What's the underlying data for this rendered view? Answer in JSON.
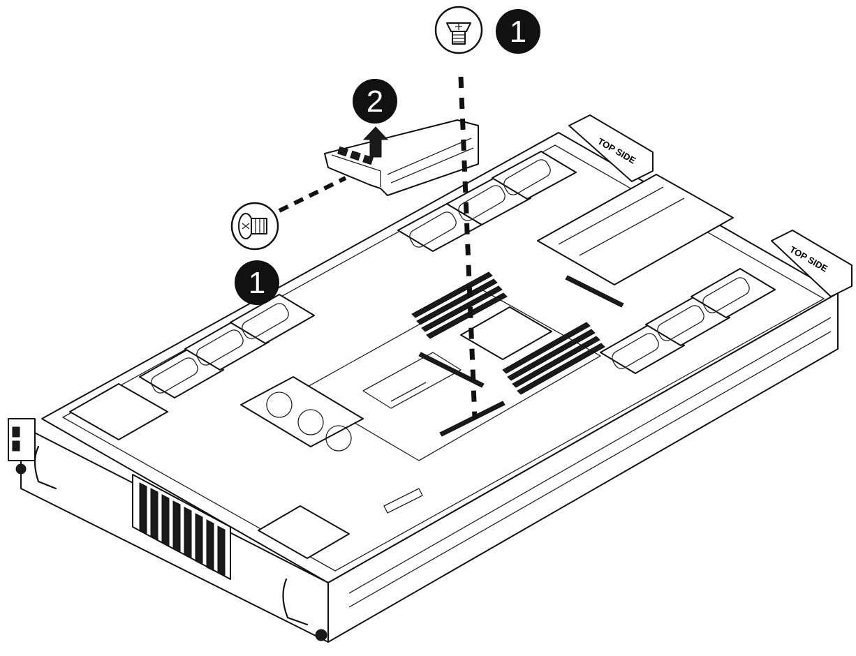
{
  "callouts": {
    "screw_top": "1",
    "screw_left": "1",
    "lift_bracket": "2"
  },
  "chassis_labels": {
    "top_side_rear": "TOP SIDE",
    "top_side_front": "TOP SIDE"
  },
  "colors": {
    "line": "#111111",
    "callout_fill": "#111111",
    "background": "#ffffff"
  },
  "icons": {
    "screw_top": "screw-icon",
    "screw_left": "screw-icon",
    "arrow": "lift-arrow-icon"
  }
}
